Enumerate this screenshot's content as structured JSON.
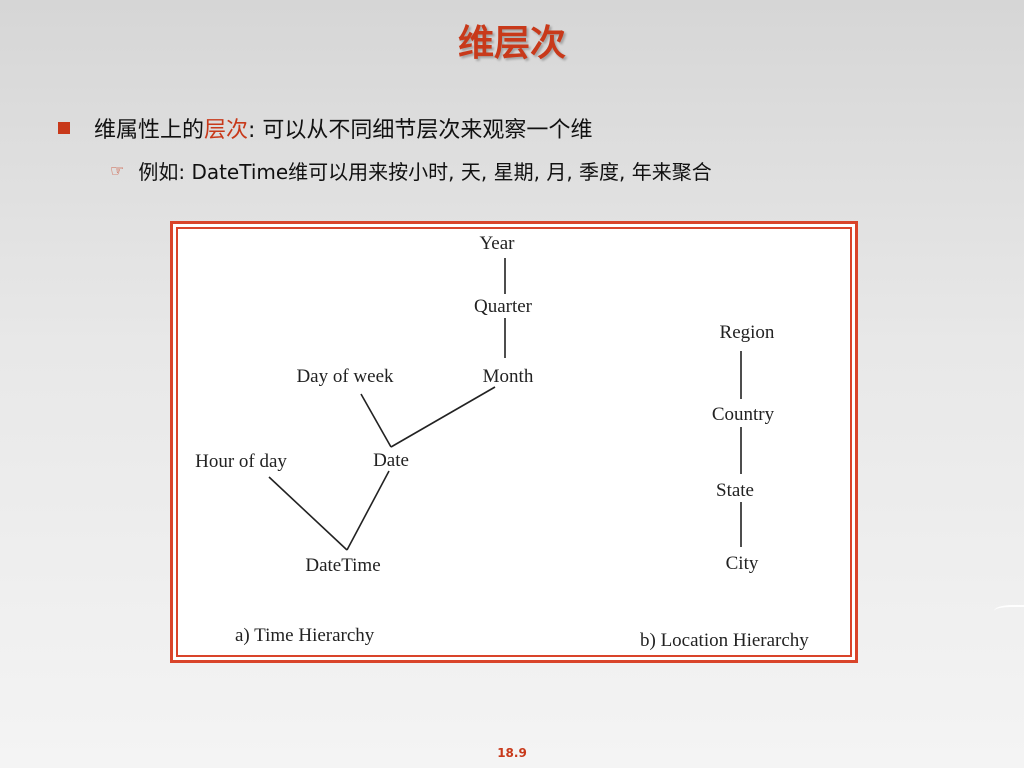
{
  "slide": {
    "title": "维层次",
    "bullet1": {
      "prefix": "维属性上的",
      "highlight": "层次",
      "suffix": ": 可以从不同细节层次来观察一个维"
    },
    "bullet2": {
      "text": "例如: DateTime维可以用来按小时, 天, 星期, 月, 季度, 年来聚合"
    },
    "slide_number": "18.9"
  },
  "diagram": {
    "time_hierarchy": {
      "caption": "a) Time Hierarchy",
      "nodes": {
        "year": "Year",
        "quarter": "Quarter",
        "month": "Month",
        "day_of_week": "Day of week",
        "date": "Date",
        "hour_of_day": "Hour of day",
        "datetime": "DateTime"
      }
    },
    "location_hierarchy": {
      "caption": "b) Location Hierarchy",
      "nodes": {
        "region": "Region",
        "country": "Country",
        "state": "State",
        "city": "City"
      }
    },
    "colors": {
      "accent": "#c8391a",
      "frame": "#d9442a"
    }
  }
}
